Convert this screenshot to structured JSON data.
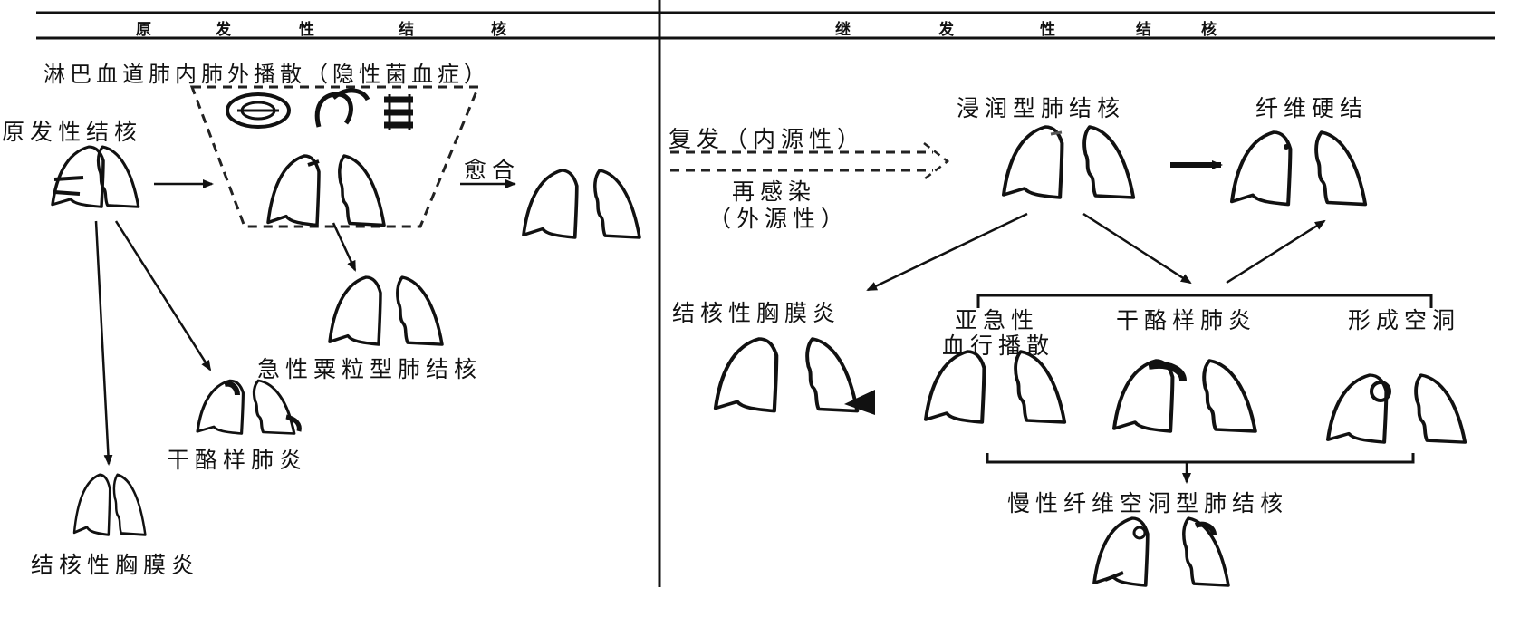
{
  "header": {
    "left": [
      "原",
      "发",
      "性",
      "结",
      "核"
    ],
    "right": [
      "继",
      "发",
      "性",
      "结",
      "核"
    ]
  },
  "left": {
    "spread_label": "淋巴血道肺内肺外播散（隐性菌血症）",
    "primary": "原发性结核",
    "healing": "愈合",
    "miliary": "急性粟粒型肺结核",
    "caseous": "干酪样肺炎",
    "pleurisy": "结核性胸膜炎"
  },
  "right": {
    "relapse": "复发（内源性）",
    "reinfection": "再感染",
    "exogenous": "（外源性）",
    "infiltrative": "浸润型肺结核",
    "fibrosis": "纤维硬结",
    "pleurisy": "结核性胸膜炎",
    "subacute_1": "亚急性",
    "subacute_2": "血行播散",
    "caseous": "干酪样肺炎",
    "cavity": "形成空洞",
    "chronic": "慢性纤维空洞型肺结核"
  }
}
